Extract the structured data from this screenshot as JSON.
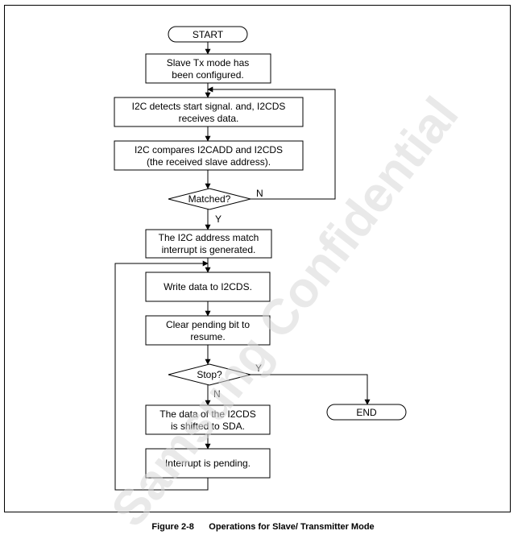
{
  "nodes": {
    "start": "START",
    "slave_tx_1": "Slave Tx mode has",
    "slave_tx_2": "been configured.",
    "detect_1": "I2C detects start signal. and, I2CDS",
    "detect_2": "receives data.",
    "compare_1": "I2C compares I2CADD and I2CDS",
    "compare_2": "(the received slave address).",
    "matched": "Matched?",
    "match_int_1": "The I2C address match",
    "match_int_2": "interrupt is generated.",
    "write": "Write data to I2CDS.",
    "clear_1": "Clear pending bit to",
    "clear_2": "resume.",
    "stop": "Stop?",
    "end": "END",
    "shift_1": "The data of the I2CDS",
    "shift_2": "is shifted to SDA.",
    "pending": "Interrupt is pending."
  },
  "branch_labels": {
    "matched_no": "N",
    "matched_yes": "Y",
    "stop_yes": "Y",
    "stop_no": "N"
  },
  "watermark": "Samsung Confidential",
  "caption": {
    "figure": "Figure 2-8",
    "title": "Operations for Slave/ Transmitter Mode"
  }
}
